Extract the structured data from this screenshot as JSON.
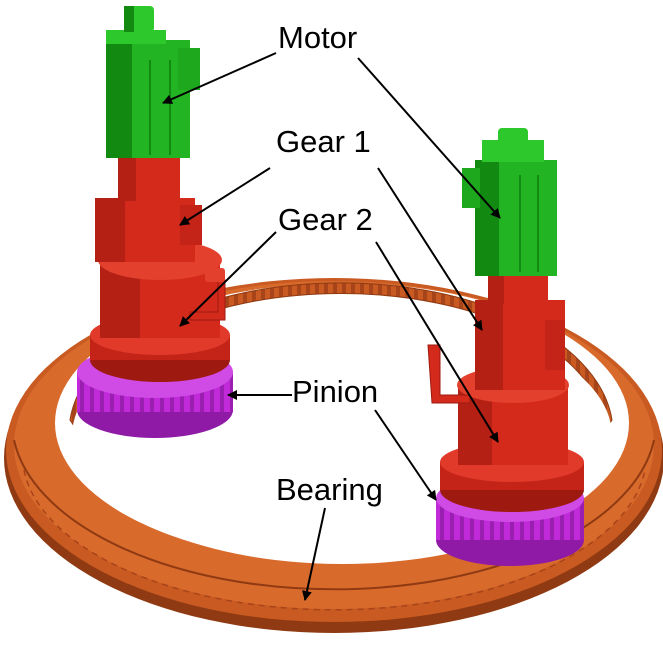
{
  "labels": {
    "motor": "Motor",
    "gear1": "Gear 1",
    "gear2": "Gear 2",
    "pinion": "Pinion",
    "bearing": "Bearing"
  },
  "colors": {
    "background": "#ffffff",
    "motor_green": "#22b422",
    "motor_green_dark": "#128a12",
    "gearbox_red": "#d42a1c",
    "gearbox_red_dark": "#9e1a10",
    "pinion_magenta": "#c02ad8",
    "pinion_magenta_dark": "#8e1aa6",
    "bearing_orange": "#c85a22",
    "bearing_orange_dark": "#8f3a12",
    "arrow": "#000000",
    "label_text": "#000000"
  }
}
